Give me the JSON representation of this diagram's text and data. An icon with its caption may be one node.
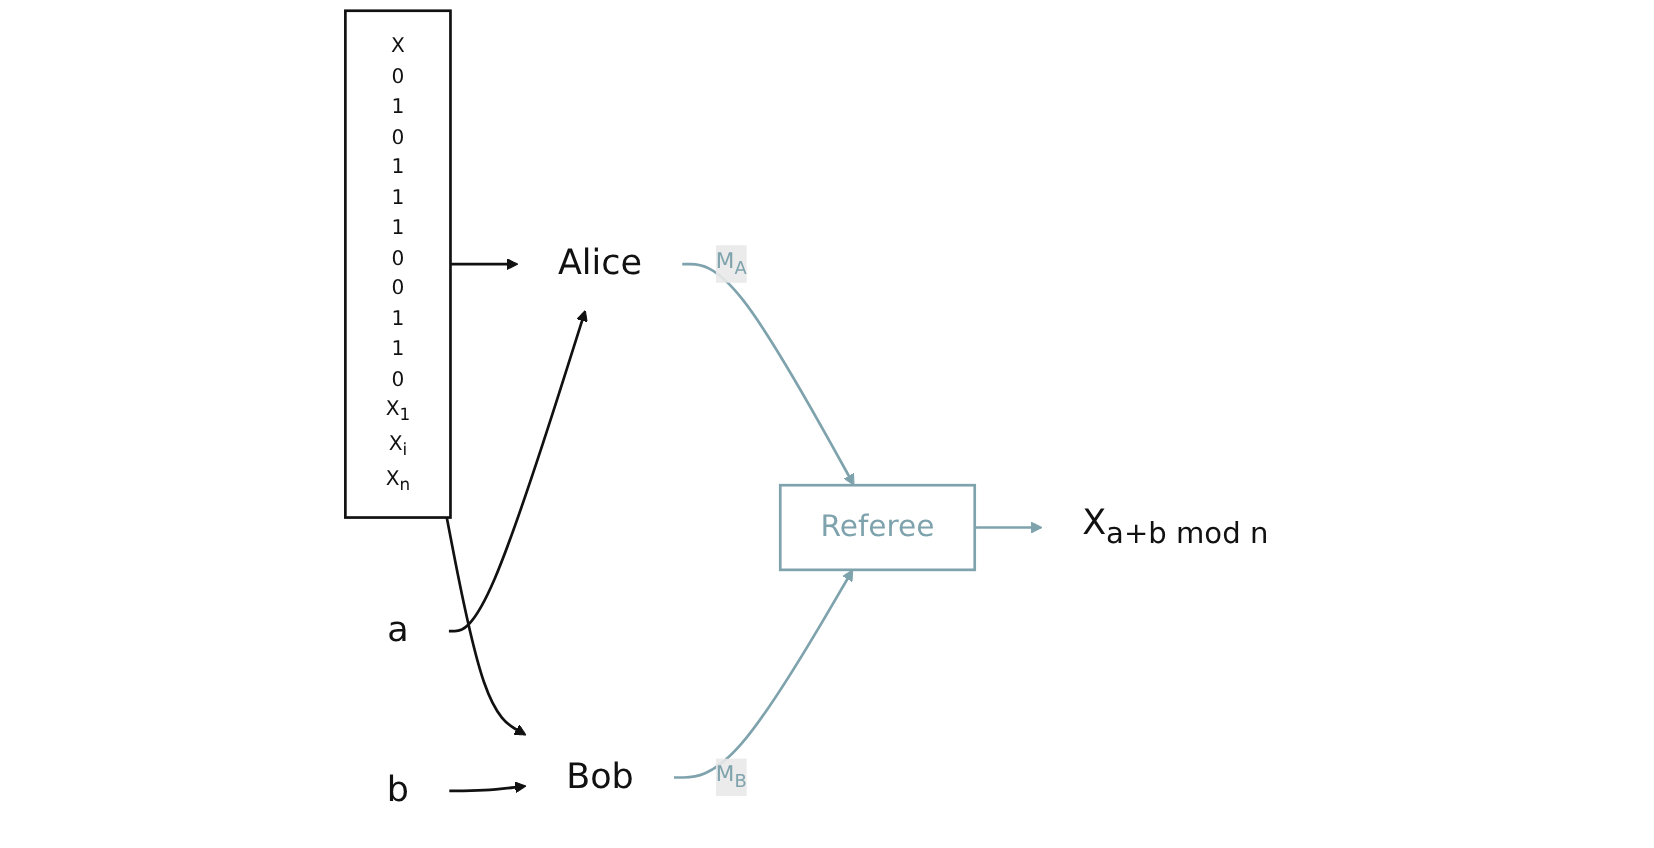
{
  "diagram": {
    "nodes": [
      {
        "text": [
          "X",
          "0",
          "1",
          "0",
          "1",
          "1",
          "1",
          "0",
          "0",
          "1",
          "1",
          "0",
          "X$_{1}$",
          "X$_{i}$",
          "X$_{n}$"
        ]
      },
      {
        "text": [
          "a"
        ]
      },
      {
        "text": [
          "Alice"
        ]
      },
      {
        "text": [
          "Bob"
        ]
      },
      {
        "text": [
          "b"
        ]
      },
      {
        "text": [
          "Referee"
        ]
      },
      {
        "text": [
          "X$_{a+b mod n}$"
        ]
      }
    ],
    "edges": [
      {
        "from": 0,
        "to": 2,
        "arrow": "to"
      },
      {
        "from": 1,
        "to": 2,
        "arrow": "to"
      },
      {
        "from": 0,
        "to": 3,
        "arrow": "to"
      },
      {
        "from": 4,
        "to": 3,
        "arrow": "to"
      },
      {
        "from": 2,
        "to": 5,
        "arrow": "to",
        "label": "M$_{A}$",
        "color": "#7fa3ad"
      },
      {
        "from": 3,
        "to": 5,
        "arrow": "to",
        "label": "M$_{B}$",
        "color": "#7fa3ad"
      },
      {
        "from": 5,
        "to": 6,
        "arrow": "to",
        "color": "#7fa3ad"
      }
    ]
  }
}
